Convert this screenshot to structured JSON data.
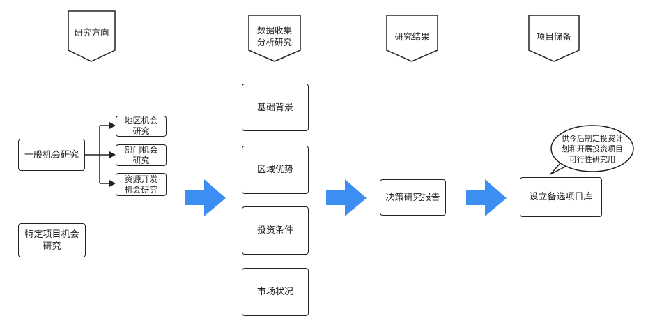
{
  "headers": {
    "direction": "研究方向",
    "data_collection": "数据收集\n分析研究",
    "results": "研究结果",
    "reserve": "项目储备"
  },
  "direction": {
    "general": "一般机会研究",
    "regional": "地区机会\n研究",
    "sector": "部门机会\n研究",
    "resource": "资源开发\n机会研究",
    "specific": "特定项目机会\n研究"
  },
  "analysis": {
    "items": [
      "基础背景",
      "区域优势",
      "投资条件",
      "市场状况"
    ]
  },
  "result": {
    "label": "决策研究报告"
  },
  "reserve": {
    "label": "设立备选项目库",
    "callout": "供今后制定投资计\n划和开展投资项目\n可行性研究用"
  },
  "colors": {
    "arrow": "#3d8ef2",
    "stroke": "#222222"
  }
}
